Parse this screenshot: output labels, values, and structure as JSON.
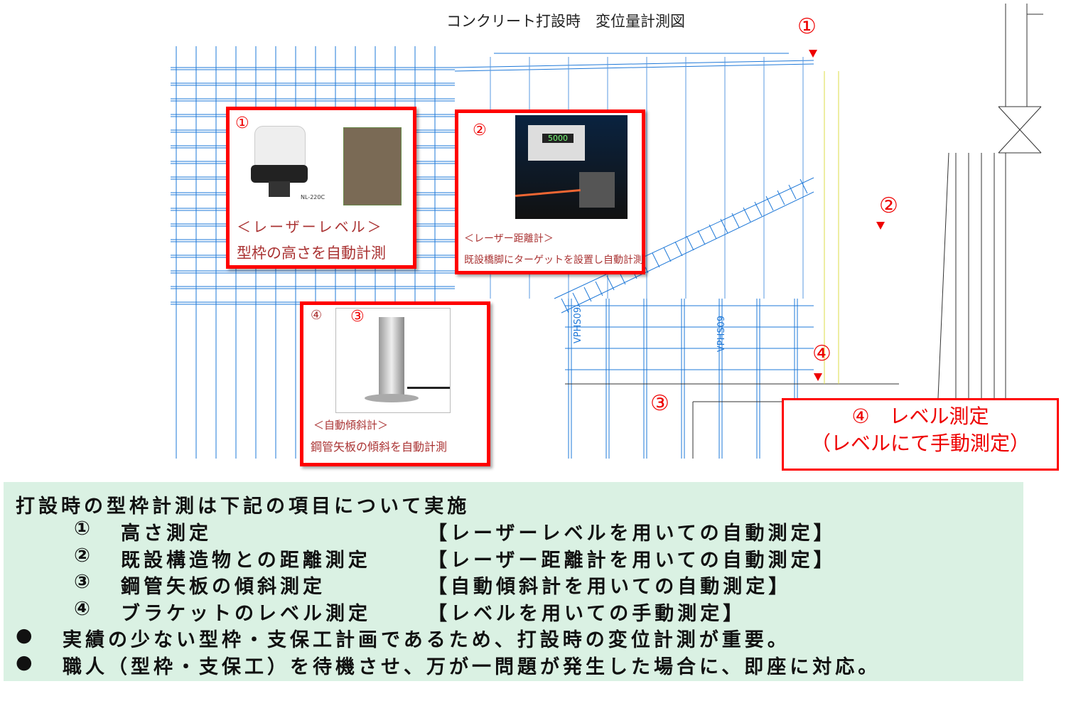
{
  "title": "コンクリート打設時　変位量計測図",
  "markers": {
    "m1": "①",
    "m2": "②",
    "m3": "③",
    "m4": "④"
  },
  "drawing_labels": {
    "vphs_a": "VPHS09",
    "vphs_b": "VPHS09"
  },
  "callout1": {
    "num": "①",
    "photo_label": "NL-220C",
    "heading": "＜レーザーレベル＞",
    "desc": "型枠の高さを自動計測"
  },
  "callout2": {
    "num": "②",
    "display": "5000",
    "heading": "＜レーザー距離計＞",
    "desc": "既設橋脚にターゲットを設置し自動計測"
  },
  "callout3": {
    "num4": "④",
    "num": "③",
    "heading": "＜自動傾斜計＞",
    "desc": "鋼管矢板の傾斜を自動計測"
  },
  "callout4": {
    "line1": "④　レベル測定",
    "line2": "（レベルにて手動測定）"
  },
  "panel": {
    "intro": "打設時の型枠計測は下記の項目について実施",
    "items": [
      {
        "num": "①",
        "item": "高さ測定",
        "method": "【レーザーレベルを用いての自動測定】"
      },
      {
        "num": "②",
        "item": "既設構造物との距離測定",
        "method": "【レーザー距離計を用いての自動測定】"
      },
      {
        "num": "③",
        "item": "鋼管矢板の傾斜測定",
        "method": "【自動傾斜計を用いての自動測定】"
      },
      {
        "num": "④",
        "item": "ブラケットのレベル測定",
        "method": "【レベルを用いての手動測定】"
      }
    ],
    "bullets": [
      {
        "mark": "●",
        "text": "実績の少ない型枠・支保工計画であるため、打設時の変位計測が重要。"
      },
      {
        "mark": "●",
        "text": "職人（型枠・支保工）を待機させ、万が一問題が発生した場合に、即座に対応。"
      }
    ]
  },
  "colors": {
    "red": "#ff0000",
    "blue": "#1e78d8",
    "panel": "#daf1e3"
  }
}
